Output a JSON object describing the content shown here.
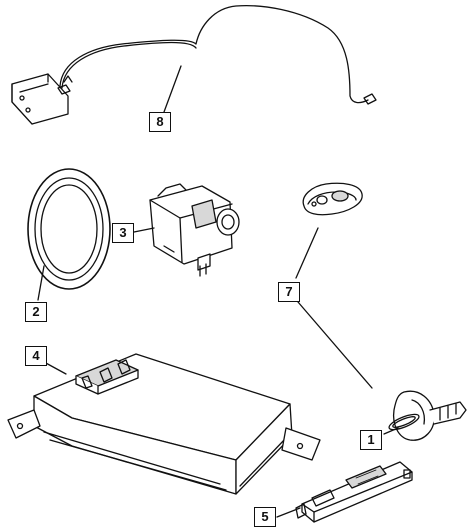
{
  "callouts": {
    "c1": "1",
    "c2": "2",
    "c3": "3",
    "c4": "4",
    "c5": "5",
    "c7": "7",
    "c8": "8"
  },
  "colors": {
    "line": "#111111",
    "fill": "#ffffff",
    "shade": "#d8d8d8"
  }
}
